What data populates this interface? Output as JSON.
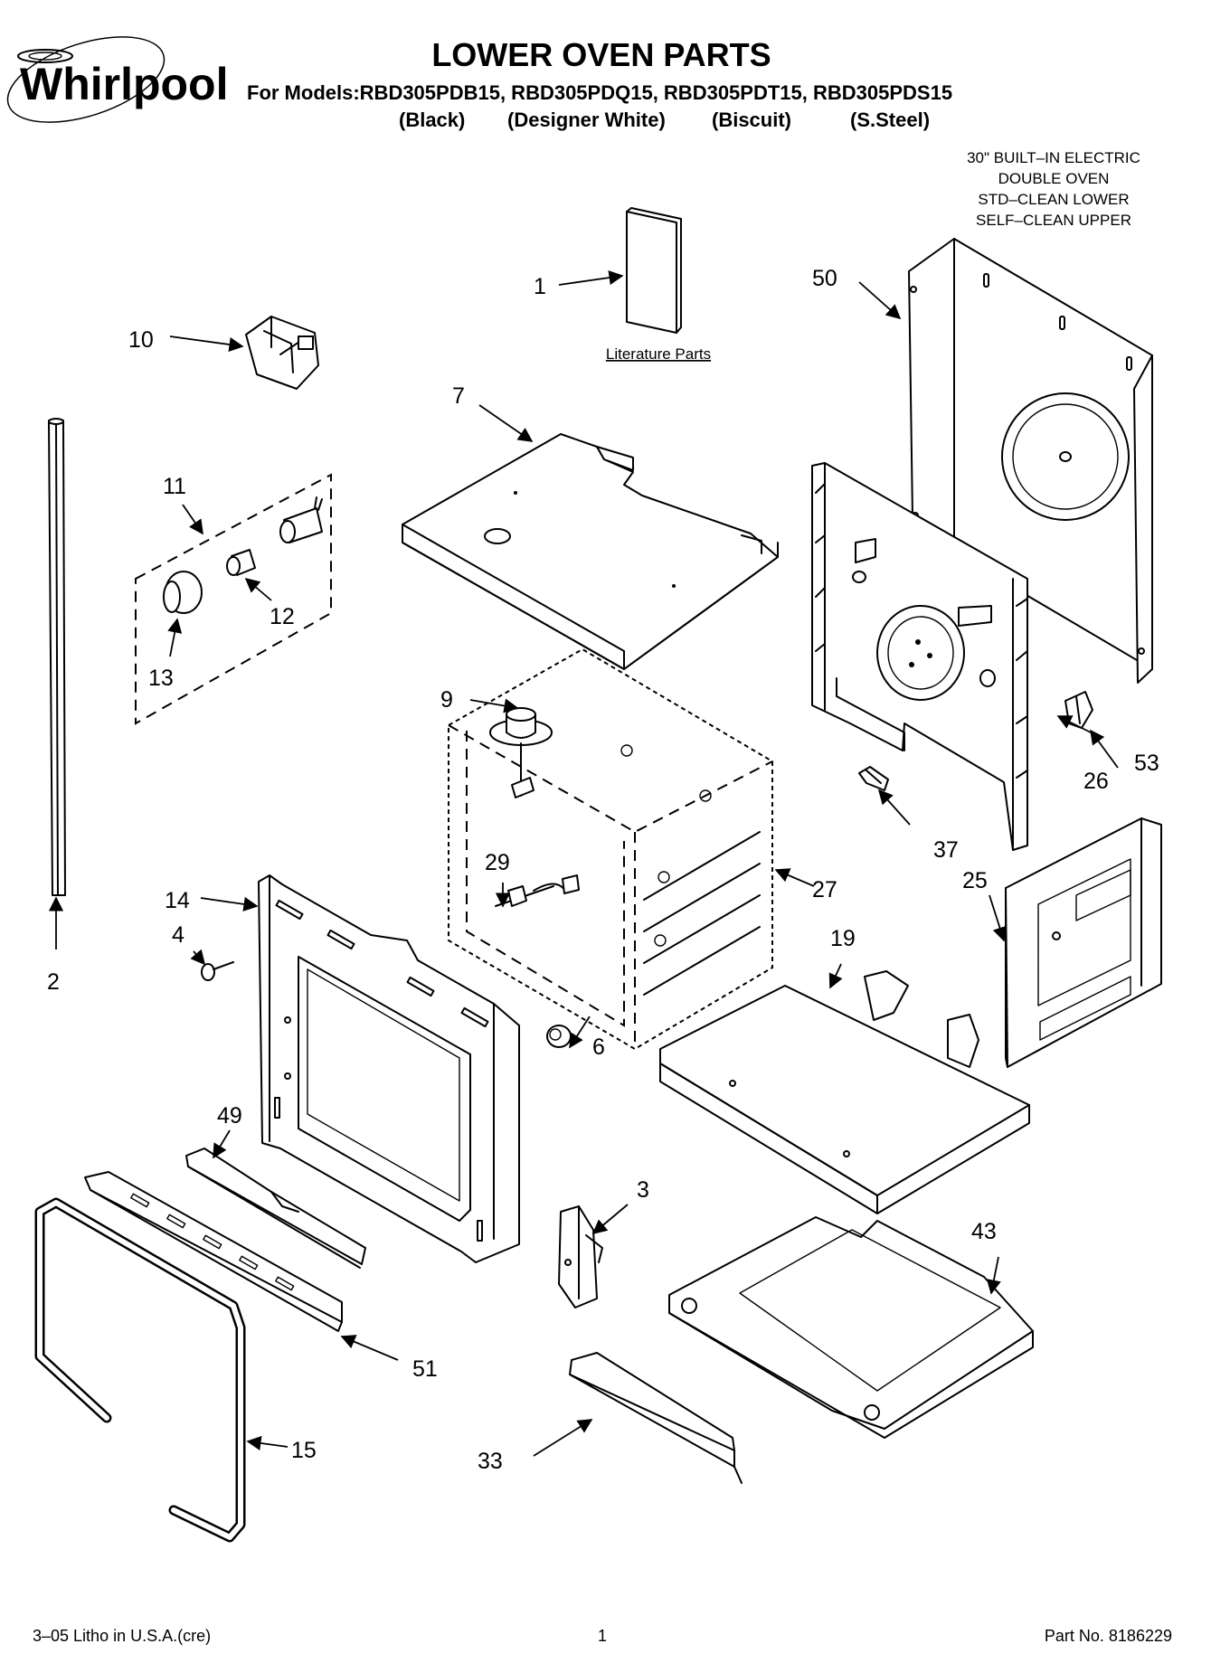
{
  "brand": {
    "name": "Whirlpool"
  },
  "header": {
    "title": "LOWER OVEN PARTS",
    "models_line": "For Models:RBD305PDB15, RBD305PDQ15, RBD305PDT15, RBD305PDS15",
    "colors": [
      {
        "name": "(Black)"
      },
      {
        "name": "(Designer White)"
      },
      {
        "name": "(Biscuit)"
      },
      {
        "name": "(S.Steel)"
      }
    ],
    "product_lines": [
      "30\" BUILT–IN ELECTRIC",
      "DOUBLE OVEN",
      "STD–CLEAN LOWER",
      "SELF–CLEAN UPPER"
    ]
  },
  "literature_label": "Literature Parts",
  "callouts": [
    {
      "id": "c1",
      "num": "1"
    },
    {
      "id": "c2",
      "num": "2"
    },
    {
      "id": "c3",
      "num": "3"
    },
    {
      "id": "c4",
      "num": "4"
    },
    {
      "id": "c6",
      "num": "6"
    },
    {
      "id": "c7",
      "num": "7"
    },
    {
      "id": "c9",
      "num": "9"
    },
    {
      "id": "c10",
      "num": "10"
    },
    {
      "id": "c11",
      "num": "11"
    },
    {
      "id": "c12",
      "num": "12"
    },
    {
      "id": "c13",
      "num": "13"
    },
    {
      "id": "c14",
      "num": "14"
    },
    {
      "id": "c15",
      "num": "15"
    },
    {
      "id": "c19",
      "num": "19"
    },
    {
      "id": "c25",
      "num": "25"
    },
    {
      "id": "c26",
      "num": "26"
    },
    {
      "id": "c27",
      "num": "27"
    },
    {
      "id": "c29",
      "num": "29"
    },
    {
      "id": "c33",
      "num": "33"
    },
    {
      "id": "c37",
      "num": "37"
    },
    {
      "id": "c43",
      "num": "43"
    },
    {
      "id": "c49",
      "num": "49"
    },
    {
      "id": "c50",
      "num": "50"
    },
    {
      "id": "c51",
      "num": "51"
    },
    {
      "id": "c53",
      "num": "53"
    }
  ],
  "footer": {
    "litho": "3–05 Litho in U.S.A.(cre)",
    "page": "1",
    "part_no": "Part No. 8186229"
  }
}
